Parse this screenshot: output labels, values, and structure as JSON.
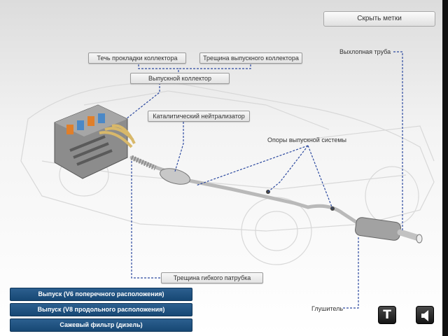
{
  "buttons": {
    "hide_labels": "Скрыть метки",
    "menu": [
      "Выпуск (V6 поперечного расположения)",
      "Выпуск (V8 продольного расположения)",
      "Сажевый фильтр (дизель)"
    ]
  },
  "labels": {
    "manifold_gasket_leak": "Течь прокладки коллектора",
    "manifold_crack": "Трещина выпускного коллектора",
    "exhaust_manifold": "Выпускной коллектор",
    "catalytic_converter": "Каталитический нейтрализатор",
    "exhaust_mounts": "Опоры выпускной системы",
    "tailpipe": "Выхлопная труба",
    "flex_pipe_crack": "Трещина гибкого патрубка",
    "muffler": "Глушитель"
  },
  "icons": {
    "text_toggle": "T",
    "sound": "speaker-icon"
  }
}
